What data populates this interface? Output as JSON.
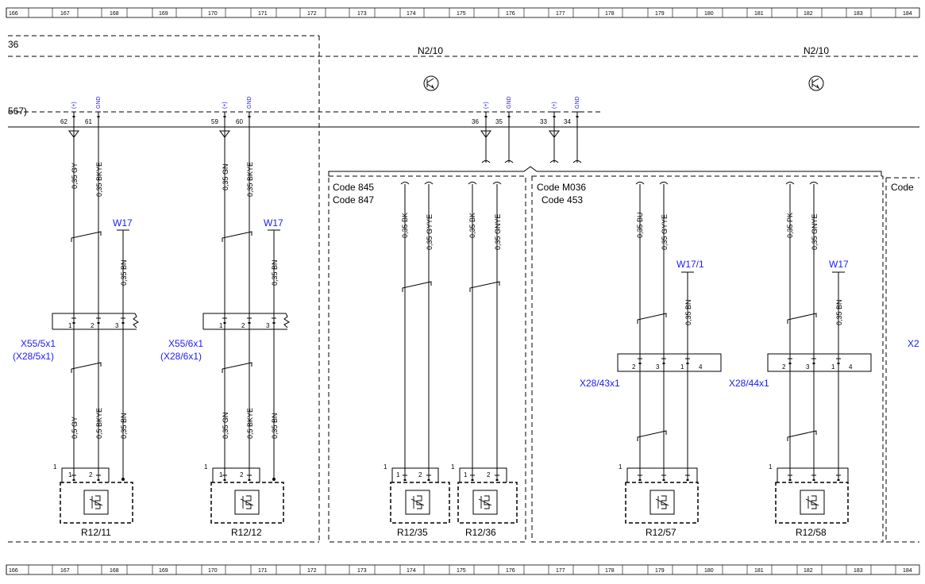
{
  "ruler": {
    "top": [
      "166",
      "167",
      "168",
      "169",
      "170",
      "171",
      "172",
      "173",
      "174",
      "175",
      "176",
      "177",
      "178",
      "179",
      "180",
      "181",
      "182",
      "183",
      "184"
    ],
    "bottom": [
      "166",
      "167",
      "168",
      "169",
      "170",
      "171",
      "172",
      "173",
      "174",
      "175",
      "176",
      "177",
      "178",
      "179",
      "180",
      "181",
      "182",
      "183",
      "184"
    ]
  },
  "frames": {
    "left_ref": "36",
    "bus_ref": "567)",
    "module_left": "N2/10",
    "module_right": "N2/10"
  },
  "pins": {
    "plus": "(+)",
    "gnd": "GND",
    "p62": "62",
    "p61": "61",
    "p59": "59",
    "p60": "60",
    "p36": "36",
    "p35": "35",
    "p33": "33",
    "p34": "34"
  },
  "codes": {
    "a1": "Code 845",
    "a2": "Code 847",
    "b1": "Code M036",
    "b2": "Code 453",
    "c1": "Code"
  },
  "wires": {
    "w1": "0,35 GY",
    "w2": "0,35 BKYE",
    "w3": "0,35 GN",
    "w4": "0,35 BKYE",
    "w5": "0,35 BK",
    "w6": "0,35 GYYE",
    "w7": "0,35 BK",
    "w8": "0,35 GNYE",
    "w9": "0,35 BU",
    "w10": "0,35 GYYE",
    "w11": "0,35 PK",
    "w12": "0,35 GNYE",
    "bn1": "0,35 BN",
    "bn2": "0,35 BN",
    "bn3": "0,35 BN",
    "bn4": "0,35 BN",
    "l1": "0,5 GY",
    "l2": "0,5 BKYE",
    "l3": "0,35 BN",
    "l4": "0,35 GN",
    "l5": "0,5 BKYE",
    "l6": "0,35 BN"
  },
  "grounds": {
    "g1": "W17",
    "g2": "W17",
    "g3": "W17/1",
    "g4": "W17"
  },
  "connectors": {
    "c1a": "X55/5x1",
    "c1b": "(X28/5x1)",
    "c2a": "X55/6x1",
    "c2b": "(X28/6x1)",
    "c3": "X28/43x1",
    "c4": "X28/44x1",
    "c5": "X2"
  },
  "connector_pins": {
    "n1": "1",
    "n2": "2",
    "n3": "3",
    "n4": "4"
  },
  "components": {
    "r1": "R12/11",
    "r2": "R12/12",
    "r3": "R12/35",
    "r4": "R12/36",
    "r5": "R12/57",
    "r6": "R12/58"
  },
  "colors": {
    "line": "#000000",
    "label_blue": "#1a1aff",
    "background": "#ffffff"
  }
}
